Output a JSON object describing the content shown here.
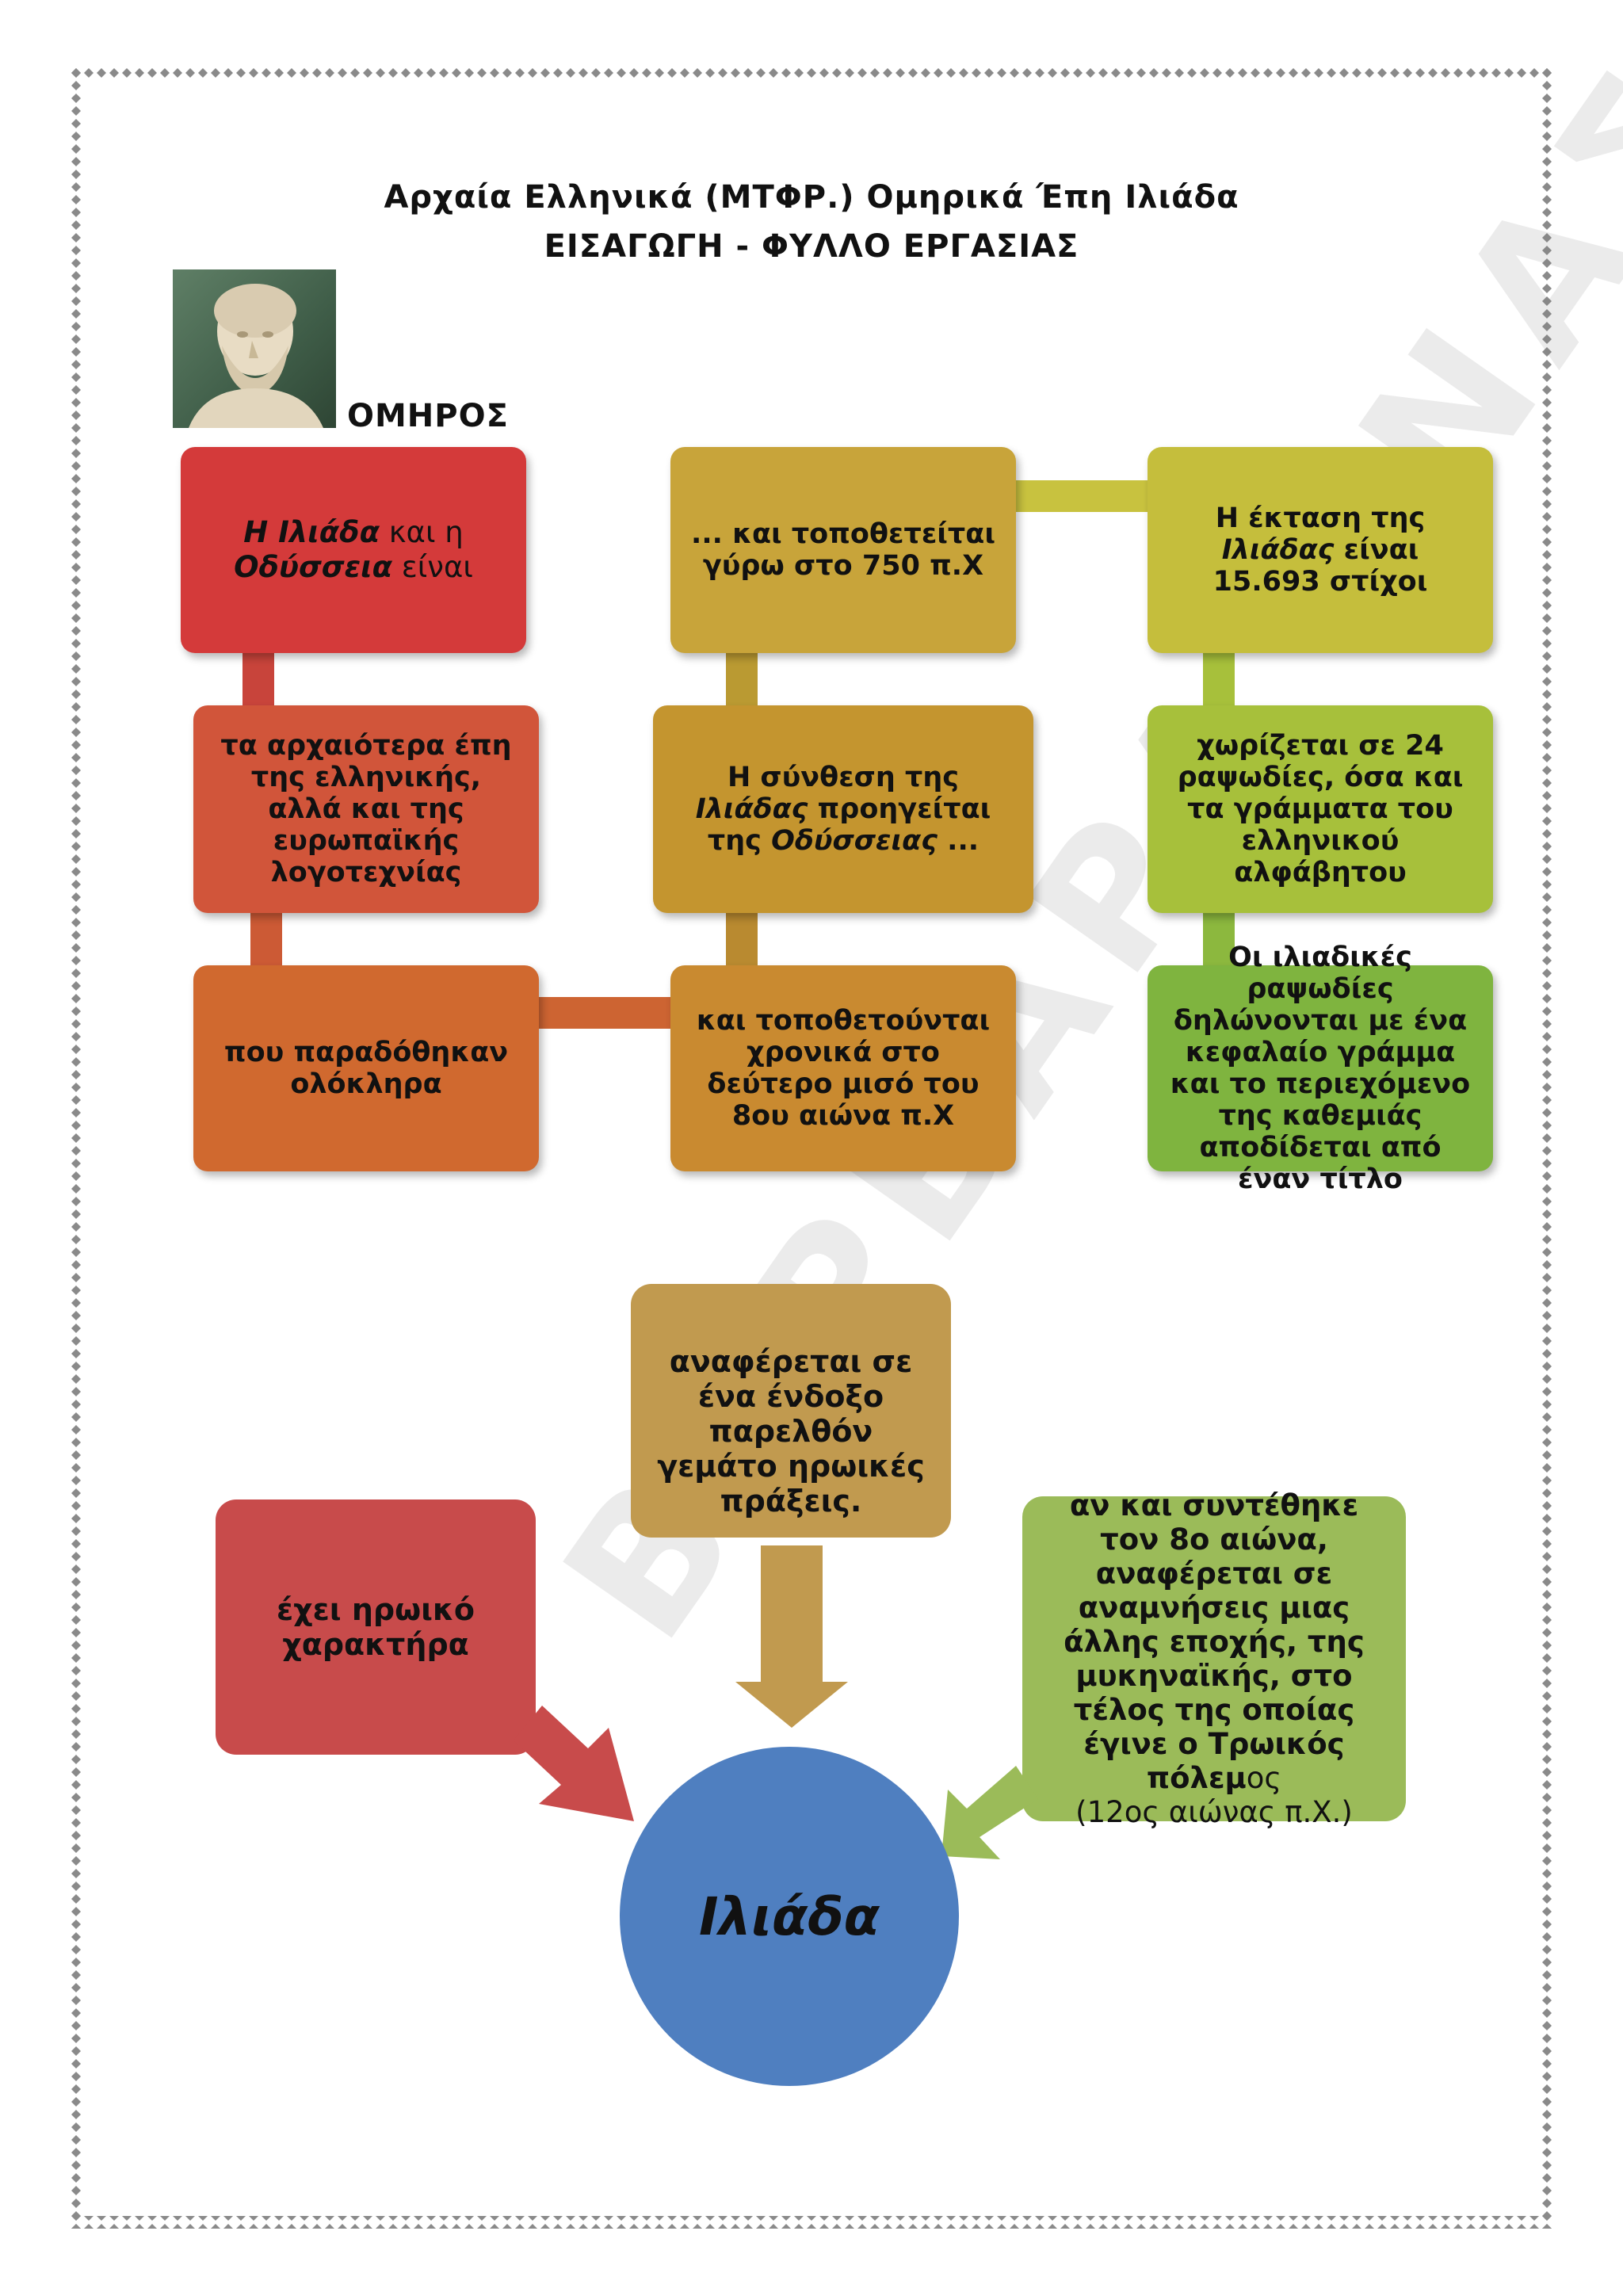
{
  "header": {
    "title_line1": "Αρχαία Ελληνικά (ΜΤΦΡ.) Ομηρικά Έπη Ιλιάδα",
    "title_line2": "ΕΙΣΑΓΩΓΗ - ΦΥΛΛΟ ΕΡΓΑΣΙΑΣ"
  },
  "portrait": {
    "label": "ΟΜΗΡΟΣ"
  },
  "watermark": "ΒΑΡΒΑΡΑ ΑΝΑΣΤΑΣΙΑΝΗ",
  "flow": {
    "b1": {
      "pre": "",
      "it1": "Η Ιλιάδα",
      "mid": " και η ",
      "it2": "Οδύσσεια",
      "post": " είναι"
    },
    "b2": "τα αρχαιότερα έπη της ελληνικής, αλλά και της ευρωπαϊκής λογοτεχνίας",
    "b3": "που παραδόθηκαν ολόκληρα",
    "b4": "και τοποθετούνται χρονικά στο δεύτερο μισό του 8ου αιώνα π.Χ",
    "b5": {
      "pre": "Η σύνθεση της ",
      "it1": "Ιλιάδας",
      "mid": " προηγείται της ",
      "it2": "Οδύσσειας",
      "post": " ..."
    },
    "b6": "... και τοποθετείται γύρω στο 750 π.Χ",
    "b7": {
      "pre": "Η έκταση της ",
      "it1": "Ιλιάδας",
      "post": " είναι 15.693 στίχοι"
    },
    "b8": "χωρίζεται σε 24 ραψωδίες, όσα και τα γράμματα του ελληνικού αλφάβητου",
    "b9": "Οι ιλιαδικές ραψωδίες δηλώνονται με ένα κεφαλαίο γράμμα και το περιεχόμενο της καθεμιάς αποδίδεται από έναν τίτλο"
  },
  "iliad": {
    "center": "Ιλιάδα",
    "heroic": "έχει ηρωικό χαρακτήρα",
    "past": "αναφέρεται σε ένα ένδοξο παρελθόν γεμάτο ηρωικές πράξεις.",
    "era_bold": "αν και συντέθηκε τον 8ο αιώνα, αναφέρεται σε αναμνήσεις μιας άλλης εποχής, της μυκηναϊκής, στο τέλος της οποίας έγινε ο Τρωικός πόλεμ",
    "era_plain1": "ος",
    "era_plain2": "(12ος αιώνας π.Χ.)"
  },
  "colors": {
    "red": "#d43a3a",
    "red_orange": "#d1553a",
    "orange": "#d0692f",
    "orange_gold": "#c98a30",
    "gold": "#c8a43a",
    "olive": "#c5be3c",
    "yellow_green": "#a7c03b",
    "green": "#8cb83e",
    "bright_green": "#7fb43f",
    "circle_blue": "#4f7fc0",
    "brick": "#c84b4b",
    "tan": "#c19a4f",
    "leaf": "#9bbb59"
  }
}
